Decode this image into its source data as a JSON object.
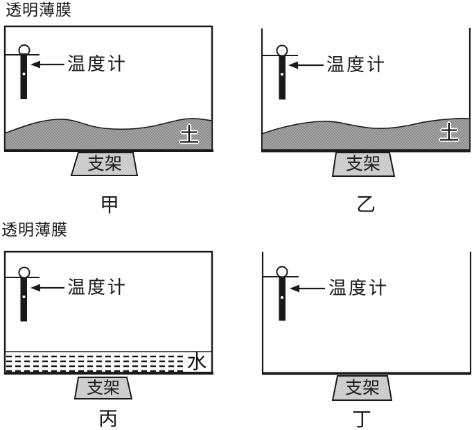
{
  "figure": {
    "film_label": "透明薄膜",
    "thermometer_label": "温度计",
    "soil_label": "土",
    "water_label": "水",
    "stand_label": "支架",
    "panels": [
      {
        "caption": "甲",
        "covered_by_film": true,
        "contents": "soil"
      },
      {
        "caption": "乙",
        "covered_by_film": false,
        "contents": "soil"
      },
      {
        "caption": "丙",
        "covered_by_film": true,
        "contents": "water"
      },
      {
        "caption": "丁",
        "covered_by_film": false,
        "contents": "empty"
      }
    ],
    "colors": {
      "line": "#1a1a1a",
      "soil_base": "#a6a6a6",
      "soil_dot": "#787878",
      "stand_base": "#d4d4d4",
      "stand_dot": "#b2b2b2",
      "background": "#ffffff"
    }
  }
}
